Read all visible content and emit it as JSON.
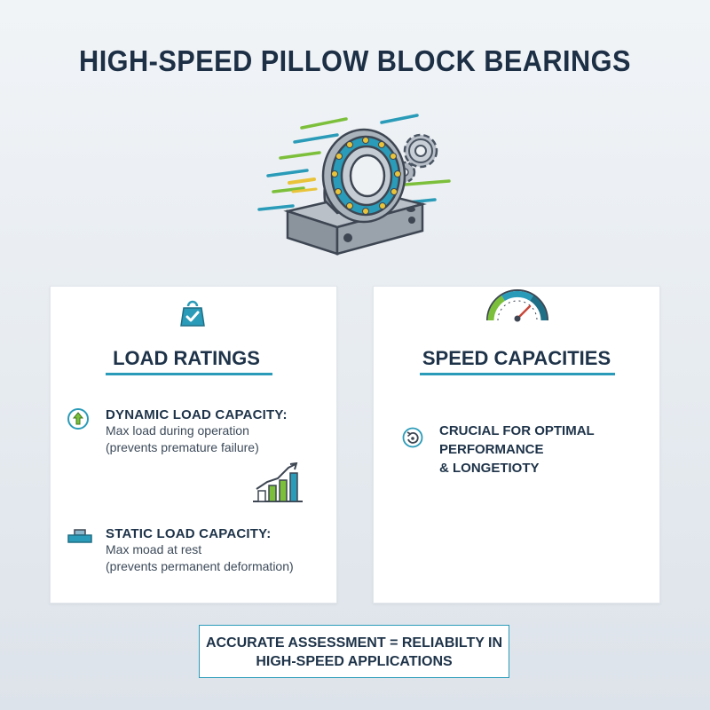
{
  "title": "HIGH-SPEED PILLOW BLOCK BEARINGS",
  "load_card": {
    "heading": "LOAD RATINGS",
    "dynamic": {
      "title": "DYNAMIC LOAD CAPACITY:",
      "lines": [
        "Max load during operation",
        "(prevents premature failure)"
      ]
    },
    "static": {
      "title": "STATIC LOAD CAPACITY:",
      "lines": [
        "Max moad at rest",
        "(prevents permanent deformation)"
      ]
    }
  },
  "speed_card": {
    "heading": "SPEED CAPACITIES",
    "lines": [
      "CRUCIAL FOR OPTIMAL",
      "PERFORMANCE",
      "& LONGETIOTY"
    ]
  },
  "footer": {
    "lines": [
      "ACCURATE ASSESSMENT = RELIABILTY IN",
      "HIGH-SPEED APPLICATIONS"
    ]
  },
  "colors": {
    "accent_teal": "#2a9bb8",
    "accent_green": "#7cbf3a",
    "text_dark": "#1e3349",
    "gauge_red": "#c9473a"
  },
  "icons": [
    "bearing-illustration",
    "weight-check-icon",
    "speedometer-icon",
    "arrow-up-icon",
    "bar-chart-icon",
    "base-plate-icon",
    "rotation-icon"
  ]
}
